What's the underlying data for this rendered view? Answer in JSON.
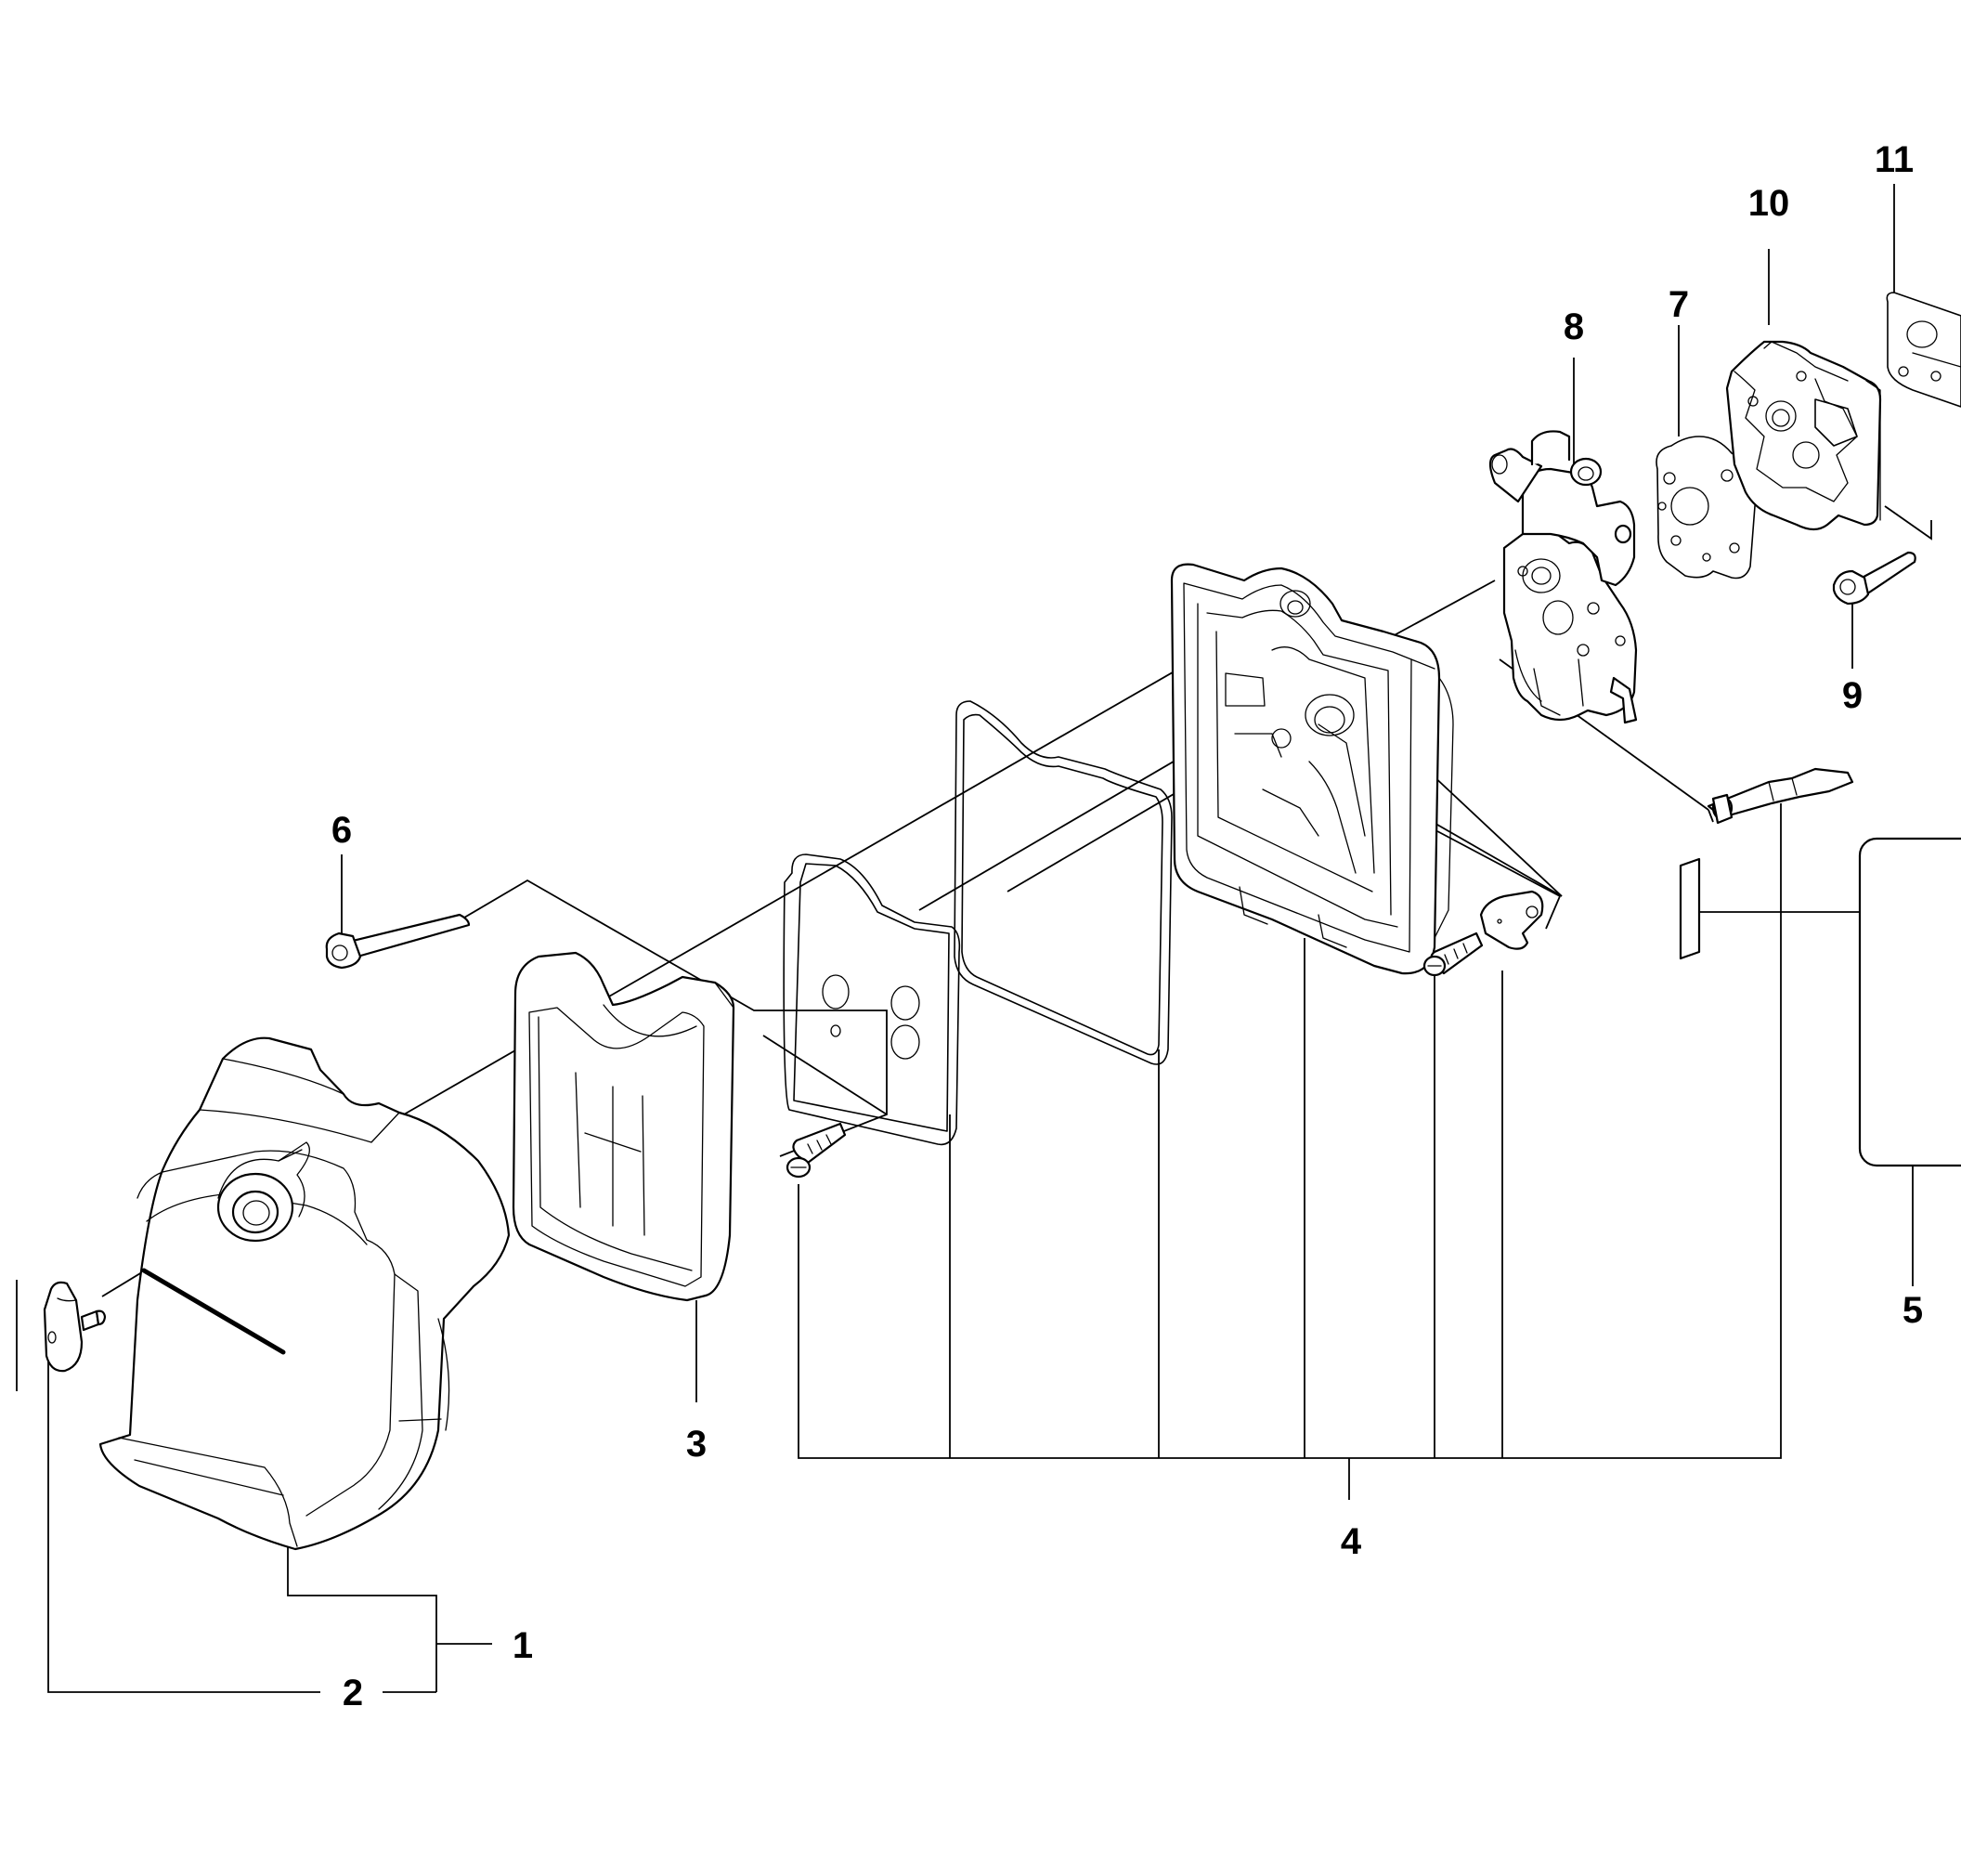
{
  "diagram": {
    "colors": {
      "line": "#000000",
      "background": "#ffffff"
    },
    "callouts": {
      "c1": "1",
      "c2": "2",
      "c3": "3",
      "c4": "4",
      "c5": "5",
      "c6": "6",
      "c7": "7",
      "c8": "8",
      "c9": "9",
      "c10": "10",
      "c11": "11"
    }
  }
}
